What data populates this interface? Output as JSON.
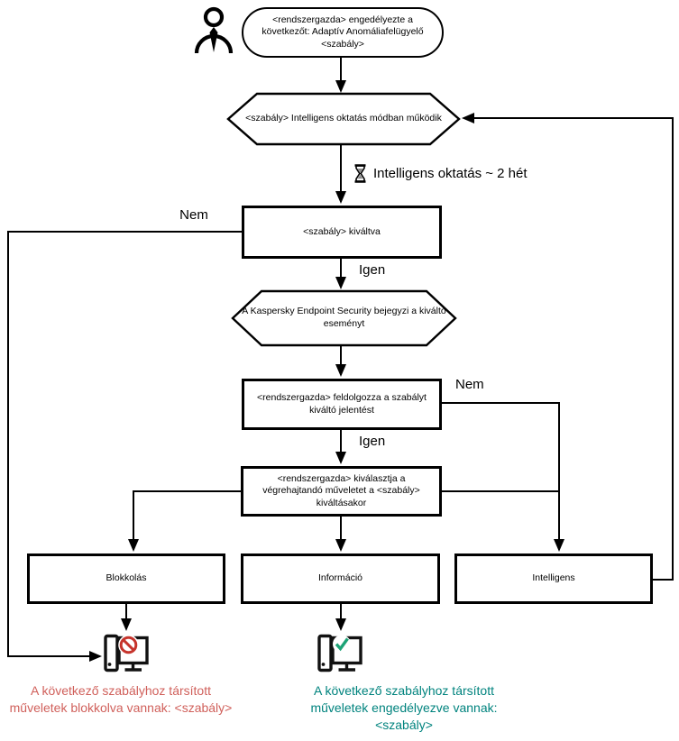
{
  "diagram": {
    "start": "<rendszergazda> engedélyezte a következőt: Adaptív Anomáliafelügyelő <szabály>",
    "training_mode": "<szabály> Intelligens oktatás módban működik",
    "training_duration": "Intelligens oktatás ~ 2 hét",
    "rule_triggered": "<szabály> kiváltva",
    "event_logged": "A Kaspersky Endpoint Security bejegyzi a kiváltó eseményt",
    "admin_processes_report": "<rendszergazda> feldolgozza a szabályt kiváltó jelentést",
    "admin_selects_action": "<rendszergazda> kiválasztja a végrehajtandó műveletet a <szabály> kiváltásakor",
    "actions": {
      "block": "Blokkolás",
      "inform": "Információ",
      "smart": "Intelligens"
    },
    "labels": {
      "no": "Nem",
      "yes": "Igen"
    },
    "results": {
      "blocked": "A következő szabályhoz társított műveletek blokkolva vannak: <szabály>",
      "allowed": "A következő szabályhoz társított műveletek engedélyezve vannak: <szabály>"
    },
    "colors": {
      "line": "#000000",
      "blocked_text": "#d0605b",
      "allowed_text": "#00837e",
      "blocked_badge": "#c6342c",
      "allowed_badge": "#1da376"
    }
  }
}
